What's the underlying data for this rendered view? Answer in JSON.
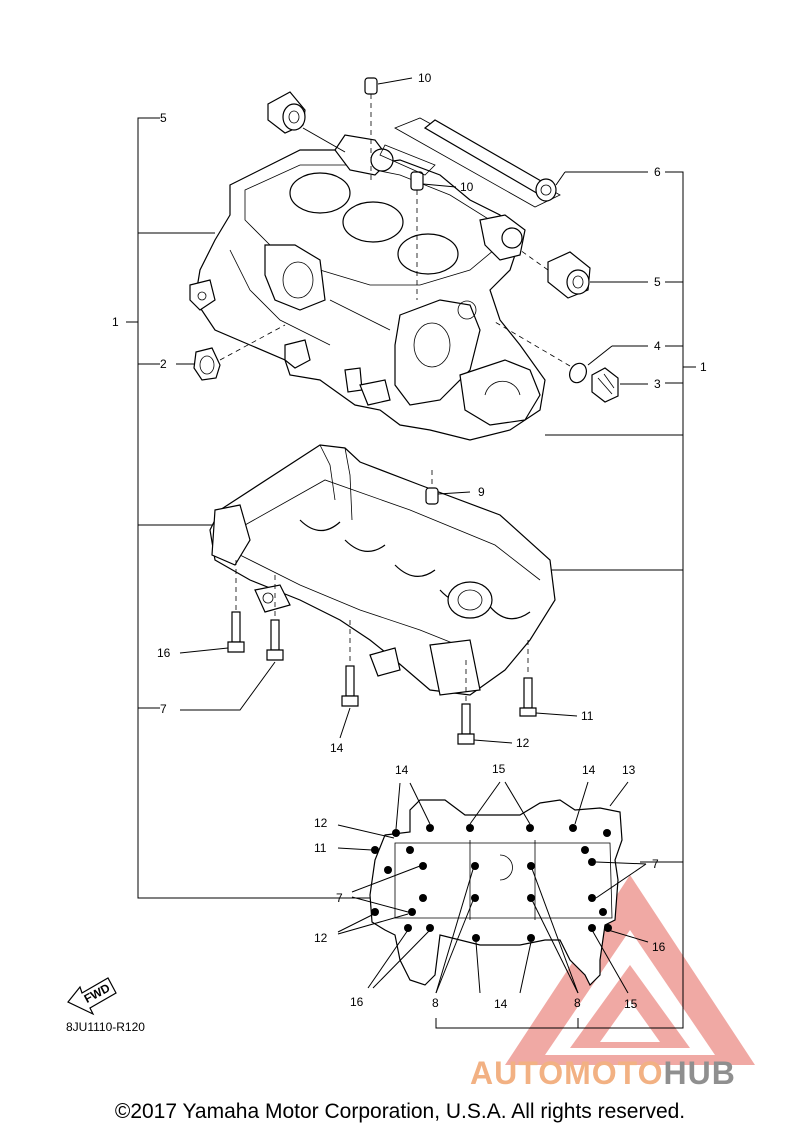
{
  "diagram": {
    "labels": {
      "p1_left": "1",
      "p1_right": "1",
      "p2": "2",
      "p3": "3",
      "p4": "4",
      "p5_top": "5",
      "p5_right": "5",
      "p6": "6",
      "p7_left": "7",
      "p7_lower": "7",
      "p7_right": "7",
      "p8_left": "8",
      "p8_right": "8",
      "p9": "9",
      "p10_top": "10",
      "p10_mid": "10",
      "p11_right": "11",
      "p11_lower": "11",
      "p12_mid": "12",
      "p12_upper": "12",
      "p12_lower": "12",
      "p13": "13",
      "p14_left_bolt": "14",
      "p14_top_left": "14",
      "p14_top_right": "14",
      "p14_bottom": "14",
      "p15_top": "15",
      "p15_bottom": "15",
      "p16_left_bolt": "16",
      "p16_bottom_left": "16",
      "p16_right": "16"
    },
    "fwd_label": "FWD",
    "diagram_code": "8JU1110-R120"
  },
  "watermark": {
    "part1": "AUTOMOTO",
    "part2": "HUB",
    "color_part1": "#f2b183",
    "color_part2": "#8f8f8f",
    "triangle_color": "#e8766d"
  },
  "copyright": "©2017 Yamaha Motor Corporation, U.S.A. All rights reserved."
}
